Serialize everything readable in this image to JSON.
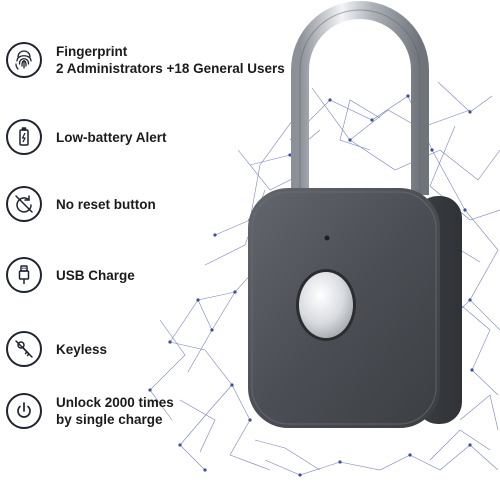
{
  "features": [
    {
      "icon": "fingerprint-icon",
      "lines": [
        "Fingerprint",
        "2 Administrators +18 General Users"
      ]
    },
    {
      "icon": "battery-icon",
      "lines": [
        "Low-battery Alert"
      ]
    },
    {
      "icon": "no-reset-icon",
      "lines": [
        "No reset button"
      ]
    },
    {
      "icon": "usb-icon",
      "lines": [
        "USB Charge"
      ]
    },
    {
      "icon": "no-key-icon",
      "lines": [
        "Keyless"
      ]
    },
    {
      "icon": "power-icon",
      "lines": [
        "Unlock 2000 times",
        "by single charge"
      ]
    }
  ],
  "colors": {
    "icon_stroke": "#1f2430",
    "text": "#1b1b1b",
    "network": "#3d4f9b",
    "lock_body": "#4a4d53",
    "shackle": "#c7ccd3"
  }
}
